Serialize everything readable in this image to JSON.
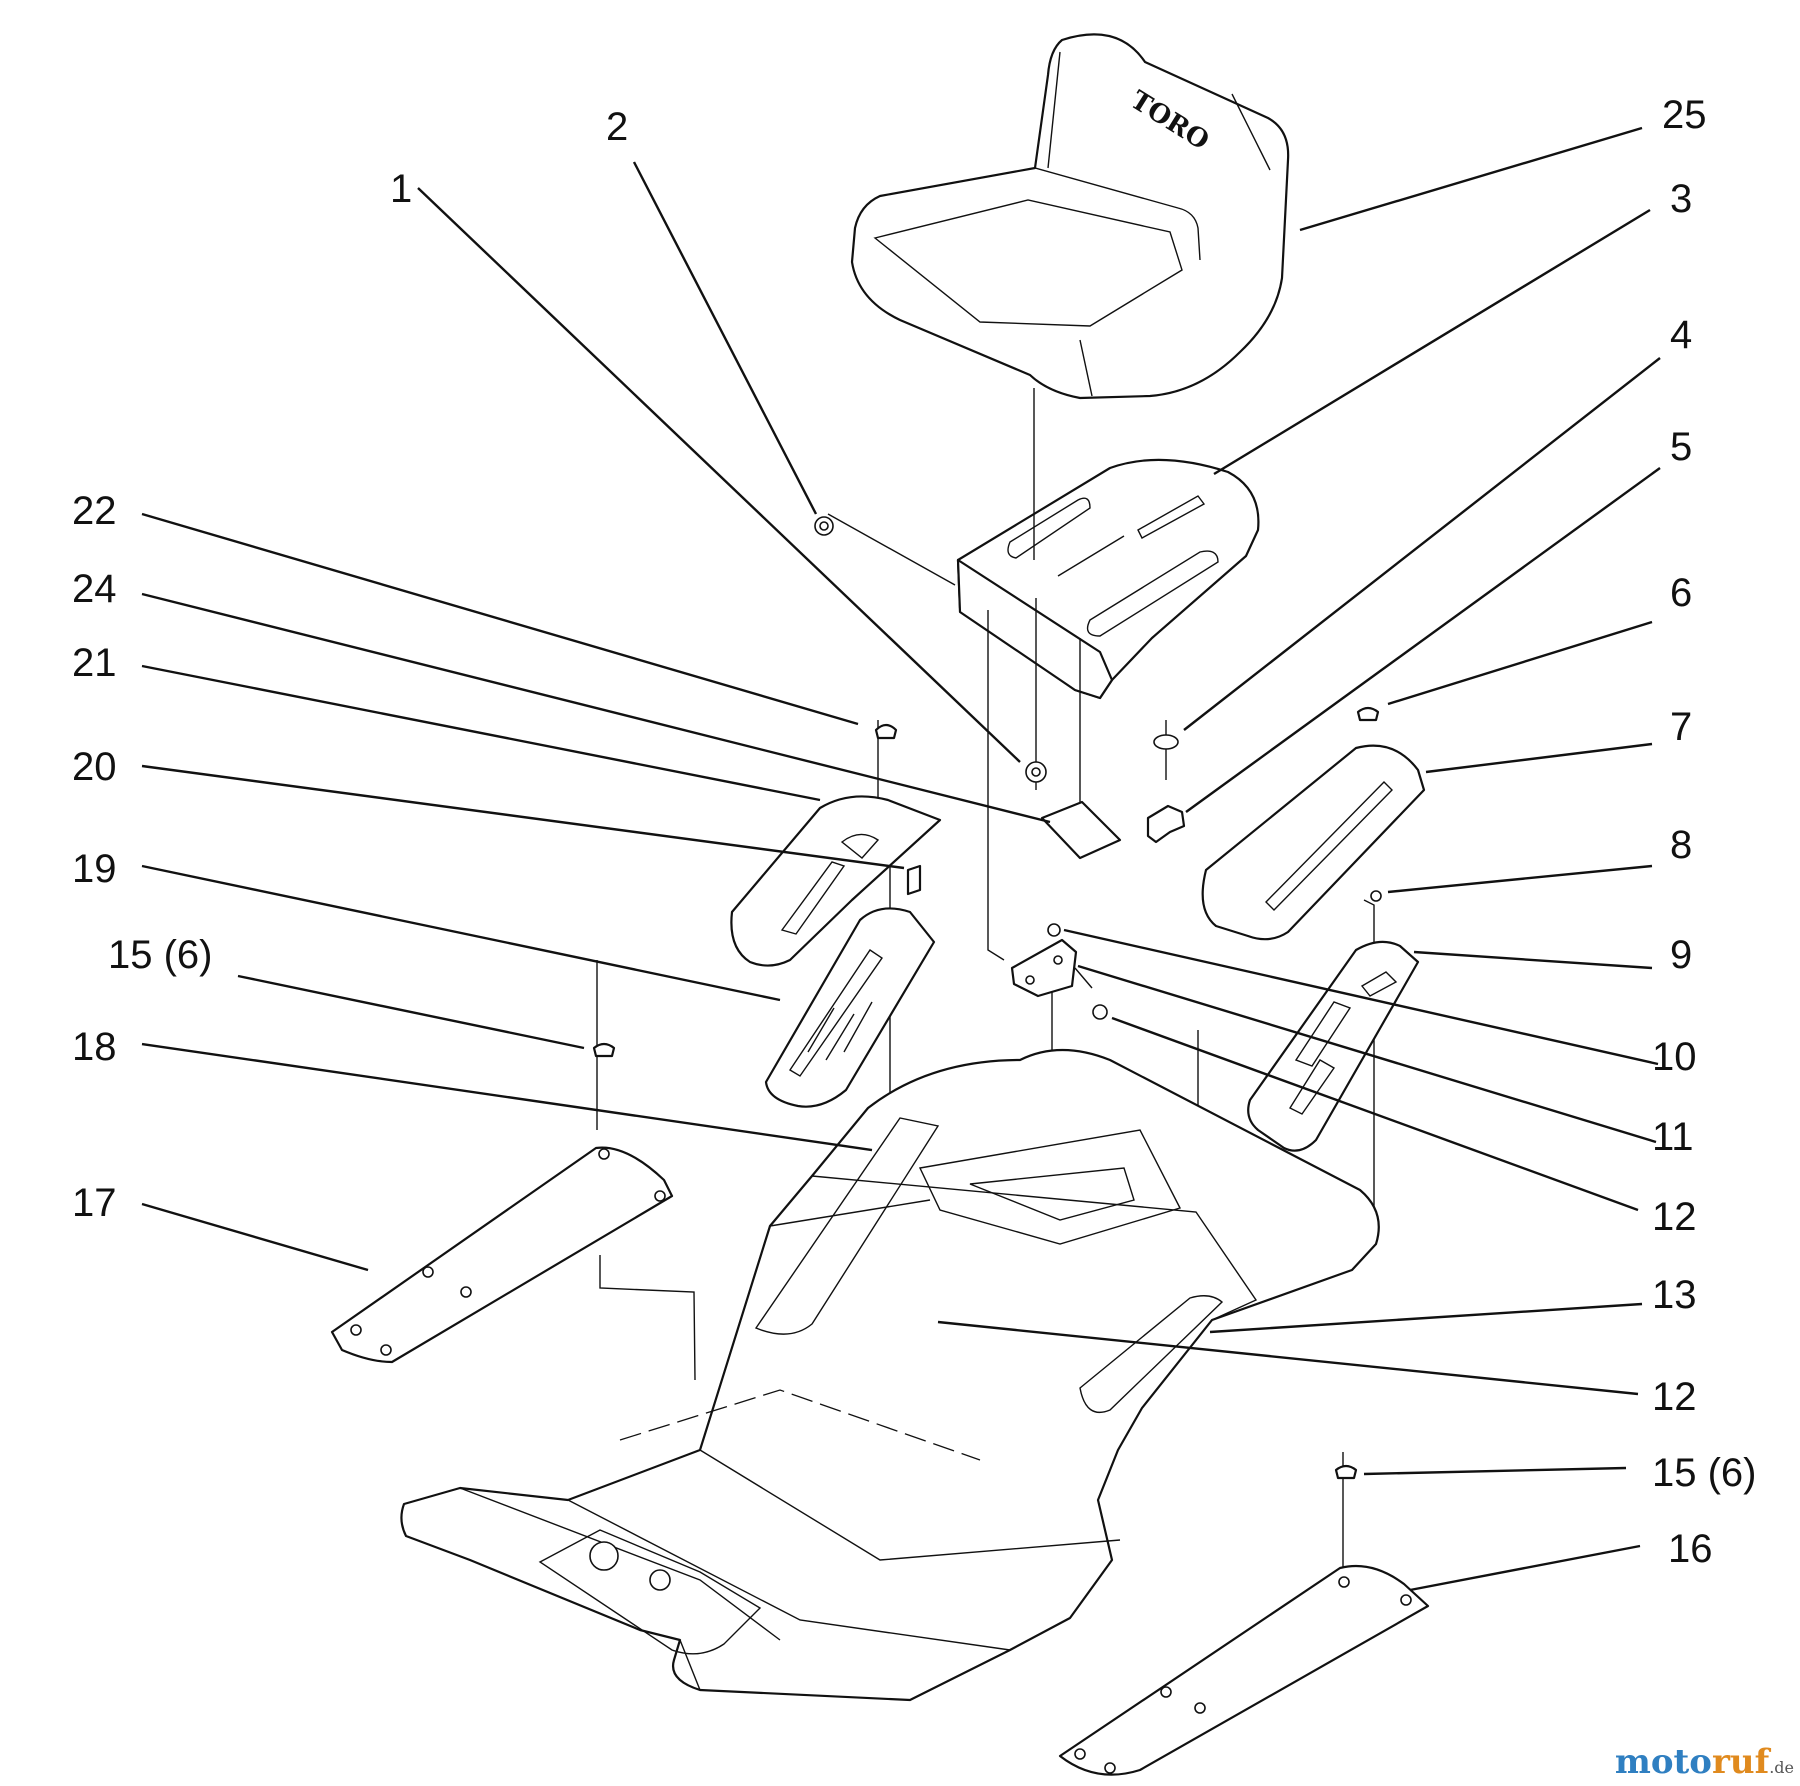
{
  "diagram": {
    "brand_on_seat": "TORO",
    "callouts": [
      {
        "id": "c1",
        "text": "1"
      },
      {
        "id": "c2",
        "text": "2"
      },
      {
        "id": "c25",
        "text": "25"
      },
      {
        "id": "c3",
        "text": "3"
      },
      {
        "id": "c4",
        "text": "4"
      },
      {
        "id": "c5",
        "text": "5"
      },
      {
        "id": "c22",
        "text": "22"
      },
      {
        "id": "c24",
        "text": "24"
      },
      {
        "id": "c6",
        "text": "6"
      },
      {
        "id": "c21",
        "text": "21"
      },
      {
        "id": "c7",
        "text": "7"
      },
      {
        "id": "c20",
        "text": "20"
      },
      {
        "id": "c8",
        "text": "8"
      },
      {
        "id": "c19",
        "text": "19"
      },
      {
        "id": "c9",
        "text": "9"
      },
      {
        "id": "c15a",
        "text": "15 (6)"
      },
      {
        "id": "c10",
        "text": "10"
      },
      {
        "id": "c18",
        "text": "18"
      },
      {
        "id": "c11",
        "text": "11"
      },
      {
        "id": "c17",
        "text": "17"
      },
      {
        "id": "c12a",
        "text": "12"
      },
      {
        "id": "c13",
        "text": "13"
      },
      {
        "id": "c12b",
        "text": "12"
      },
      {
        "id": "c15b",
        "text": "15 (6)"
      },
      {
        "id": "c16",
        "text": "16"
      }
    ]
  },
  "watermark": {
    "part_a": "moto",
    "part_b": "ruf",
    "part_c": ".de"
  }
}
